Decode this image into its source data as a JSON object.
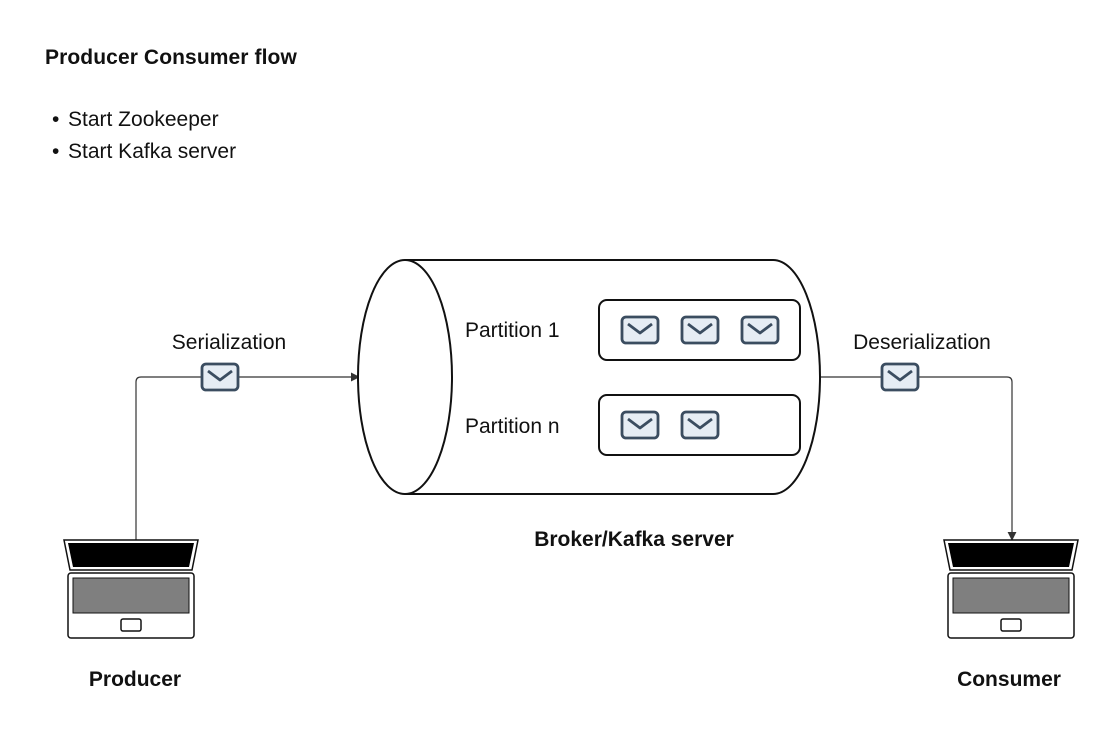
{
  "title": "Producer Consumer flow",
  "steps": [
    "Start Zookeeper",
    "Start Kafka server"
  ],
  "labels": {
    "serialization": "Serialization",
    "deserialization": "Deserialization",
    "partition_1": "Partition 1",
    "partition_n": "Partition n",
    "broker": "Broker/Kafka server",
    "producer": "Producer",
    "consumer": "Consumer"
  },
  "partitions": [
    {
      "name": "Partition 1",
      "message_count": 3
    },
    {
      "name": "Partition n",
      "message_count": 2
    }
  ],
  "icons": {
    "message": "envelope-icon",
    "device": "laptop-icon"
  },
  "colors": {
    "stroke": "#111111",
    "message_stroke": "#3b4d60",
    "message_fill": "#e6edf4",
    "laptop_screen": "#7f7f7f",
    "laptop_bezel": "#000000"
  }
}
